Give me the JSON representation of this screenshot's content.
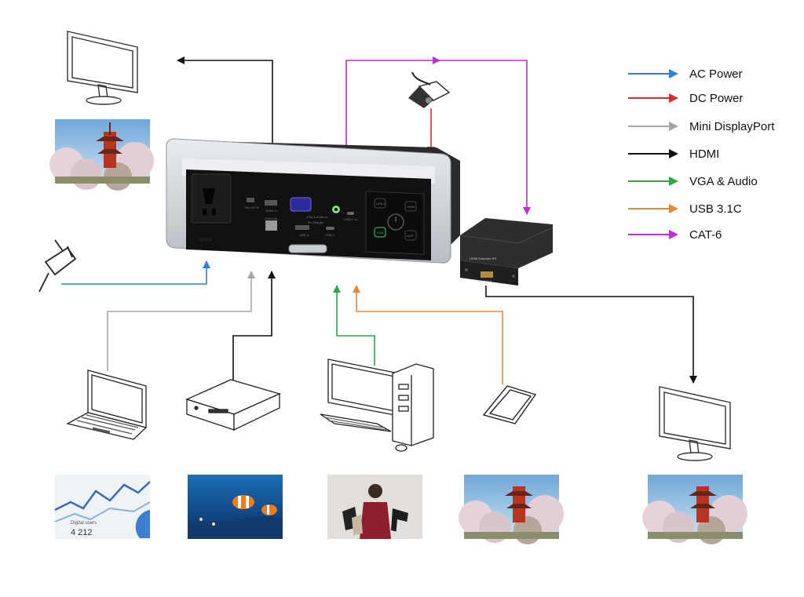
{
  "legend": [
    {
      "label": "AC Power",
      "color": "#2f7fd6"
    },
    {
      "label": "DC Power",
      "color": "#e02a2a"
    },
    {
      "label": "Mini DisplayPort",
      "color": "#a6a6a6"
    },
    {
      "label": "HDMI",
      "color": "#111111"
    },
    {
      "label": "VGA & Audio",
      "color": "#2aa84a"
    },
    {
      "label": "USB 3.1C",
      "color": "#e8893a"
    },
    {
      "label": "CAT-6",
      "color": "#c22bd6"
    }
  ],
  "hub": {
    "port_labels": {
      "mini_dp_in": "Mini DP in",
      "hdmi_in": "HDMI In",
      "vga_audio_in": "VGA & Audio in",
      "usb_c_in": "USB-C In",
      "ethernet": "Ethernet",
      "usb_a": "USB-A",
      "usb_c": "USB-C",
      "5v_charger": "5V Charger"
    },
    "buttons": [
      "USB-C",
      "HDMI",
      "VGA",
      "mDP"
    ],
    "brand": "ampio"
  },
  "extender": {
    "title": "HDMI Extender-RX",
    "port_label": "HDMI Out"
  },
  "graph_thumb": {
    "label": "Digital users",
    "value": "4 212"
  }
}
